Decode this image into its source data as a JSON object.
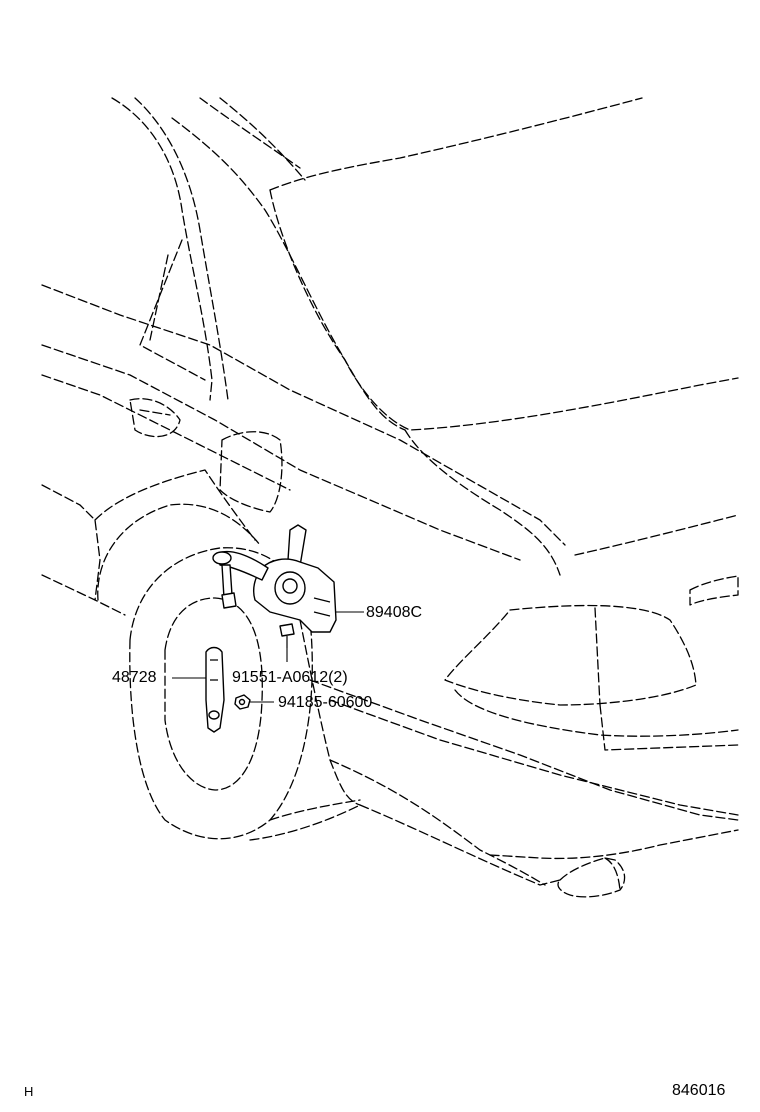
{
  "callouts": {
    "sensor": "89408C",
    "bolt": "91551-A0612(2)",
    "link": "48728",
    "nut": "94185-60600"
  },
  "footer": {
    "left_code": "H",
    "illustration_number": "846016"
  }
}
